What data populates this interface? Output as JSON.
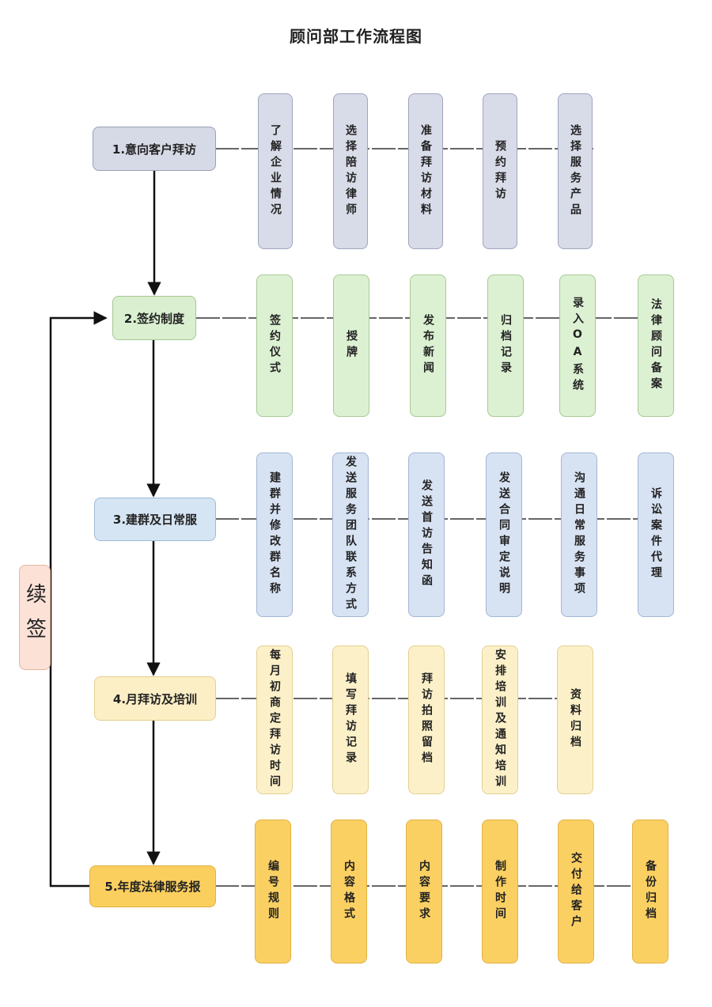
{
  "title": "顾问部工作流程图",
  "renew_label": "续签",
  "stages": [
    {
      "label": "1.意向客户拜访",
      "steps": [
        "了解企业情况",
        "选择陪访律师",
        "准备拜访材料",
        "预约拜访",
        "选择服务产品"
      ]
    },
    {
      "label": "2.签约制度",
      "steps": [
        "签约仪式",
        "授牌",
        "发布新闻",
        "归档记录",
        "录入OA系统",
        "法律顾问备案"
      ]
    },
    {
      "label": "3.建群及日常服",
      "steps": [
        "建群并修改群名称",
        "发送服务团队联系方式",
        "发送首访告知函",
        "发送合同审定说明",
        "沟通日常服务事项",
        "诉讼案件代理"
      ]
    },
    {
      "label": "4.月拜访及培训",
      "steps": [
        "每月初商定拜访时间",
        "填写拜访记录",
        "拜访拍照留档",
        "安排培训及通知培训",
        "资料归档"
      ]
    },
    {
      "label": "5.年度法律服务报",
      "steps": [
        "编号规则",
        "内容格式",
        "内容要求",
        "制作时间",
        "交付给客户",
        "备份归档"
      ]
    }
  ]
}
